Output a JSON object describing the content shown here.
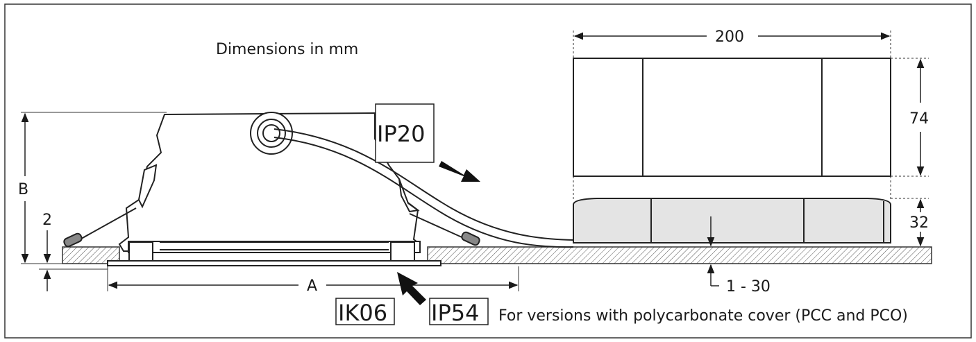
{
  "caption": "Dimensions in mm",
  "dims": {
    "width": "200",
    "height": "74",
    "base_height": "32",
    "A": "A",
    "B": "B",
    "thickness": "2",
    "range": "1 - 30"
  },
  "ratings": {
    "ip20": "IP20",
    "ik06": "IK06",
    "ip54": "IP54"
  },
  "footnote": "For versions with polycarbonate cover (PCC and PCO)"
}
